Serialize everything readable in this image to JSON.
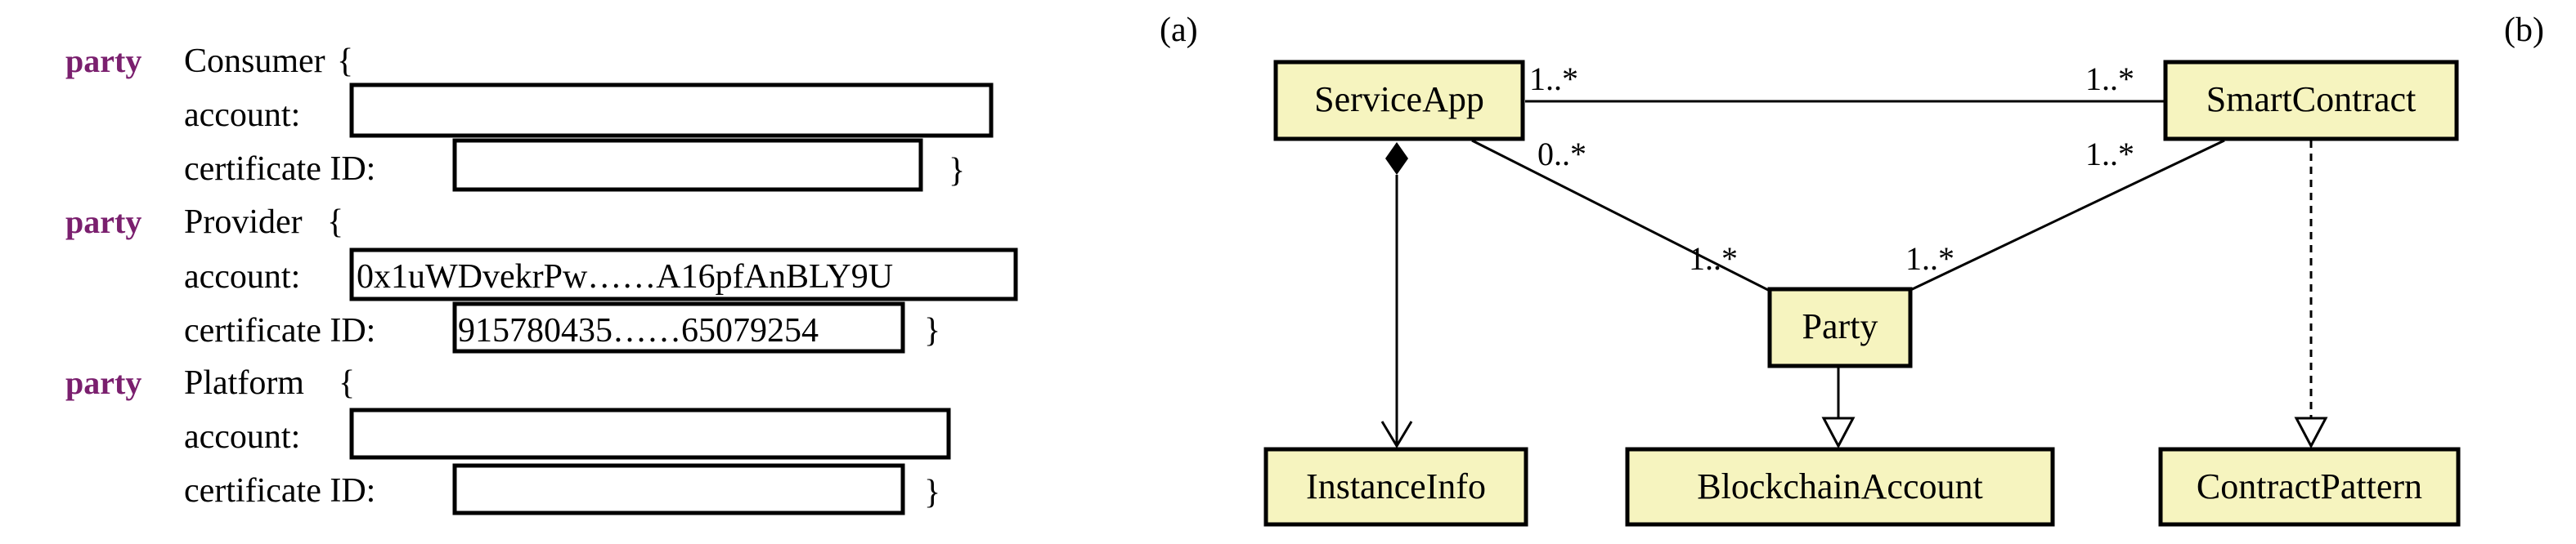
{
  "panel_labels": {
    "a": "(a)",
    "b": "(b)"
  },
  "code_panel": {
    "keyword_color": "#7a1f6e",
    "parties": [
      {
        "keyword": "party",
        "name": "Consumer",
        "open_brace": "{",
        "account_label": "account:",
        "account_value": "",
        "cert_label": "certificate ID:",
        "cert_value": "",
        "close_brace": "}"
      },
      {
        "keyword": "party",
        "name": "Provider",
        "open_brace": "{",
        "account_label": "account:",
        "account_value": "0x1uWDvekrPw……A16pfAnBLY9U",
        "cert_label": "certificate ID:",
        "cert_value": "915780435……65079254",
        "close_brace": "}"
      },
      {
        "keyword": "party",
        "name": "Platform",
        "open_brace": "{",
        "account_label": "account:",
        "account_value": "",
        "cert_label": "certificate ID:",
        "cert_value": "",
        "close_brace": "}"
      }
    ]
  },
  "uml": {
    "box_fill": "#f6f4bf",
    "classes": {
      "service_app": "ServiceApp",
      "smart_contract": "SmartContract",
      "party": "Party",
      "instance_info": "InstanceInfo",
      "blockchain_account": "BlockchainAccount",
      "contract_pattern": "ContractPattern"
    },
    "multiplicities": {
      "sa_sc_left": "1..*",
      "sa_sc_right": "1..*",
      "sa_party_top": "0..*",
      "sc_party_top": "1..*",
      "party_from_sa": "1..*",
      "party_from_sc": "1..*"
    }
  }
}
